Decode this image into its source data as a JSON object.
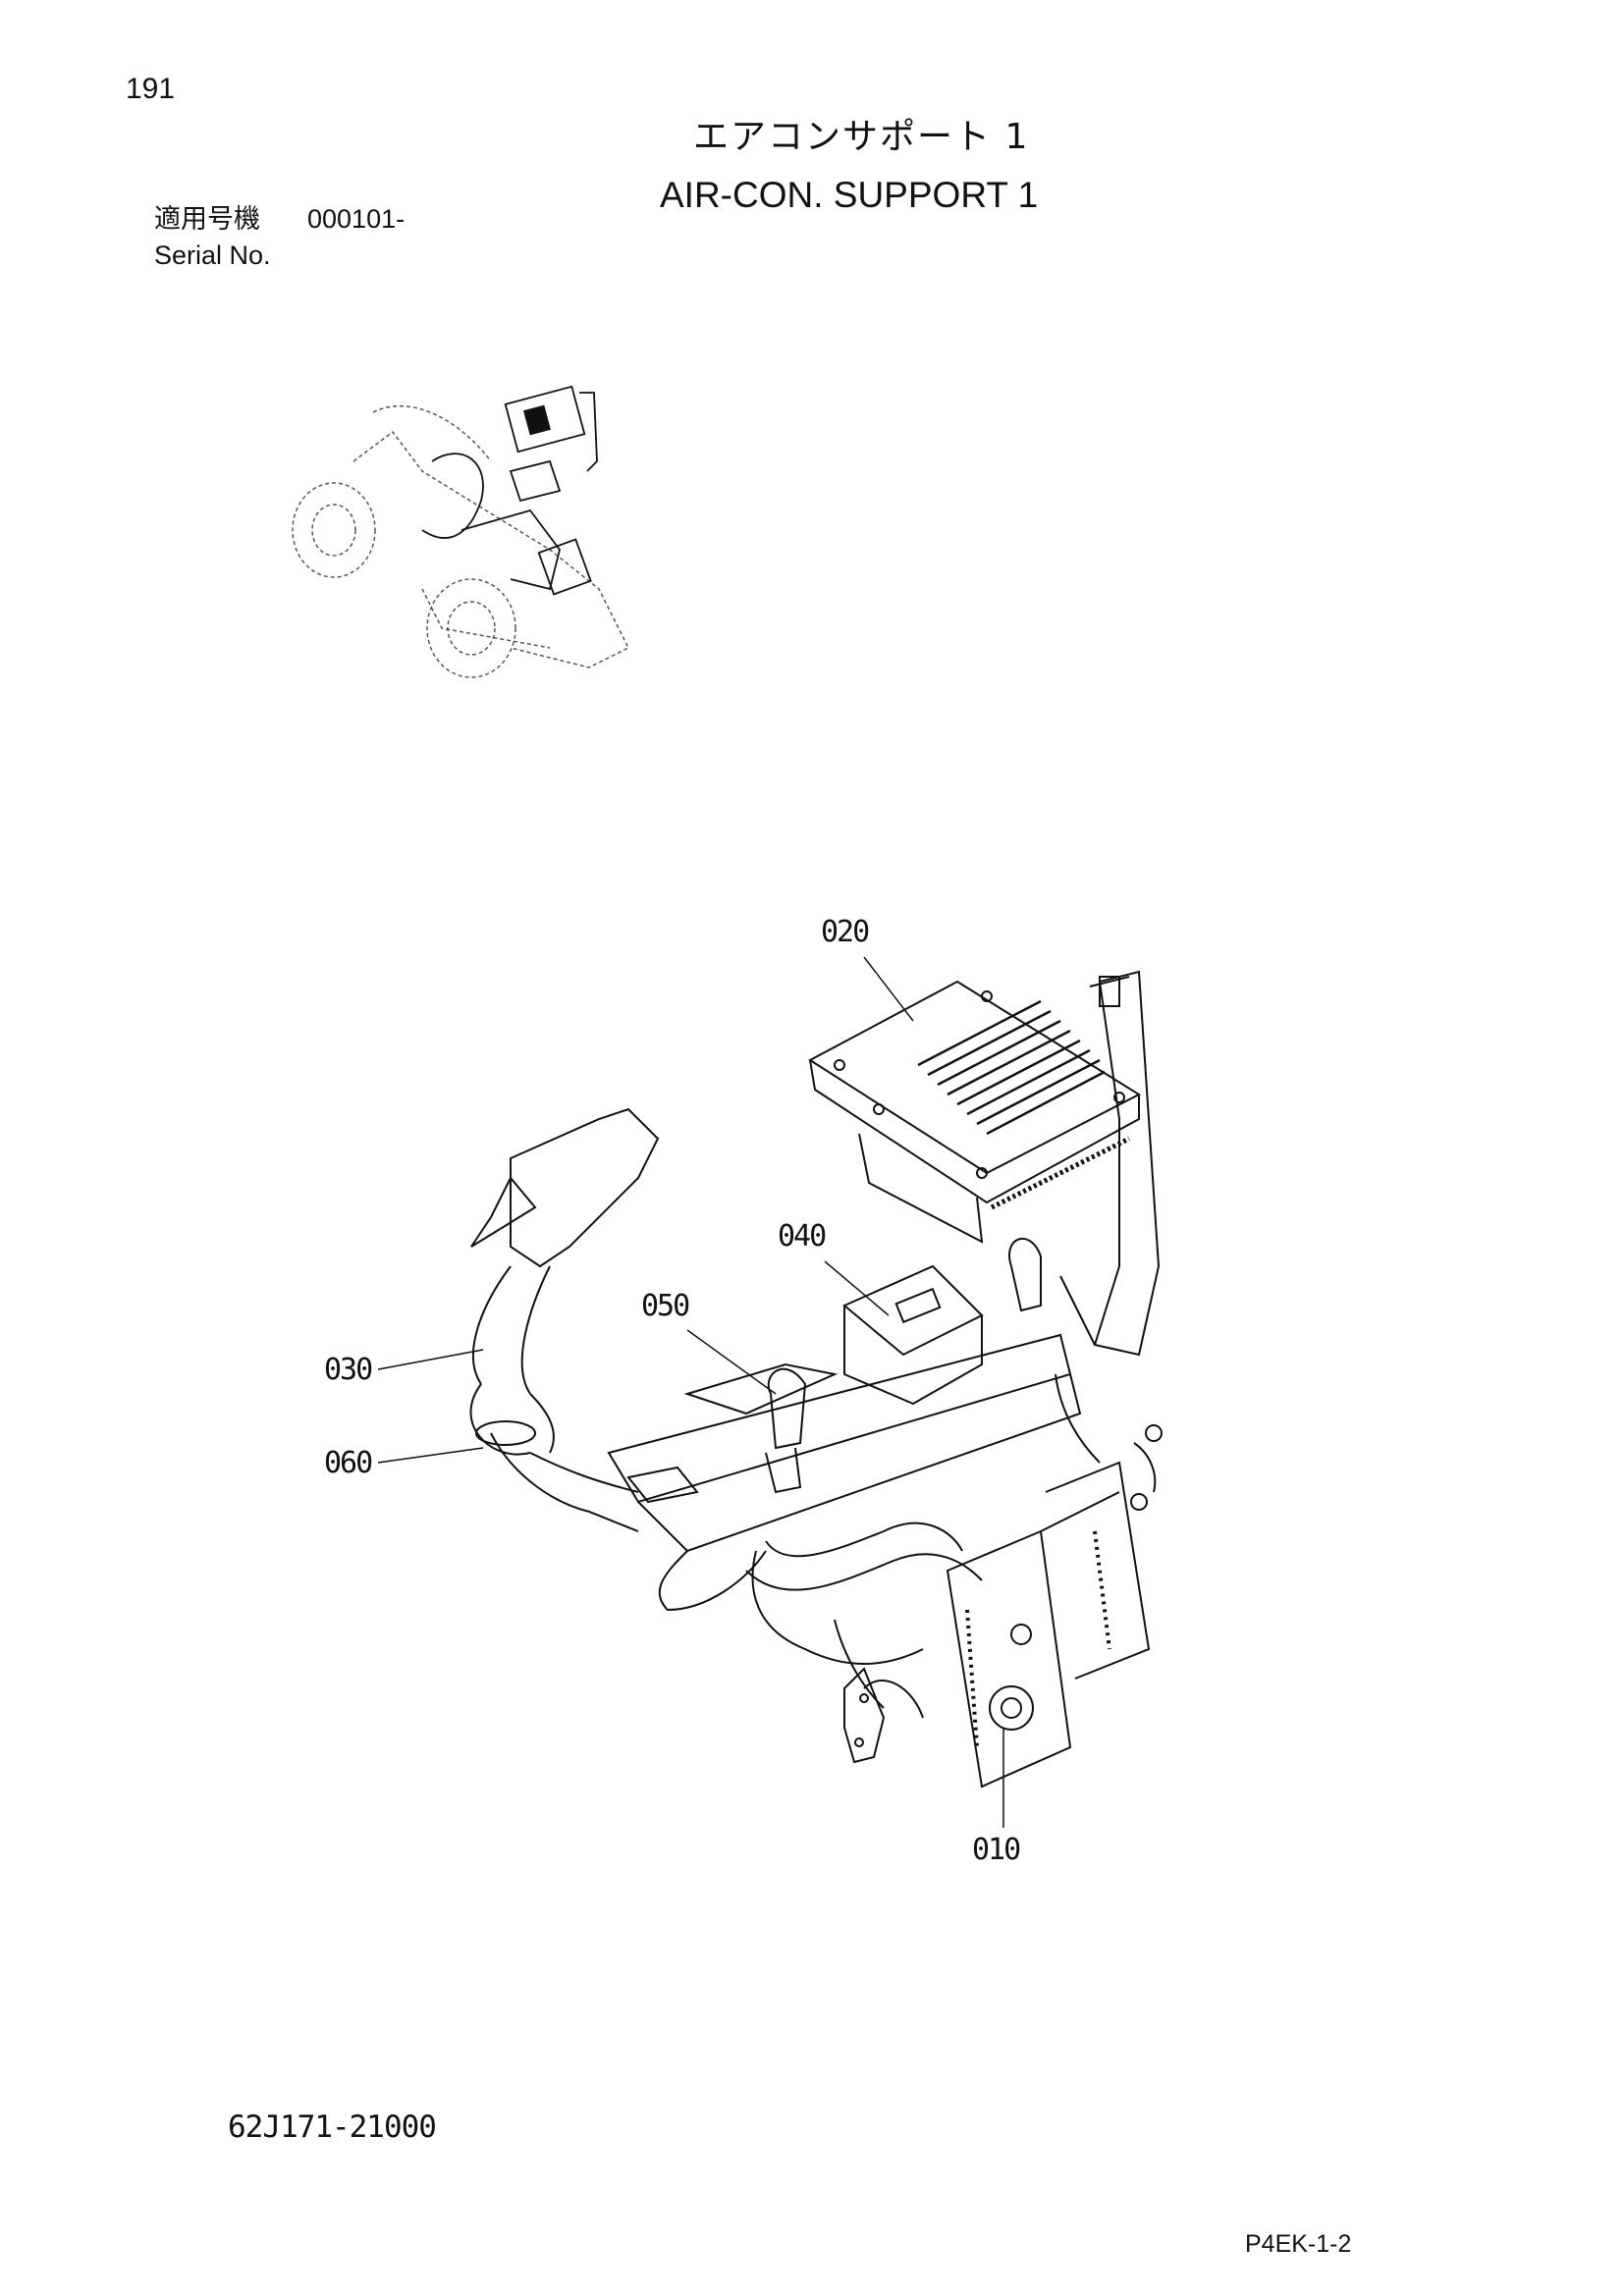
{
  "page_number": "191",
  "title_ja": "エアコンサポート 1",
  "title_en": "AIR-CON. SUPPORT 1",
  "serial": {
    "label_ja": "適用号機",
    "value": "000101-",
    "label_en": "Serial No."
  },
  "callouts": {
    "c020": "020",
    "c040": "040",
    "c050": "050",
    "c030": "030",
    "c060": "060",
    "c010": "010"
  },
  "doc_code": "62J171-21000",
  "page_code": "P4EK-1-2"
}
